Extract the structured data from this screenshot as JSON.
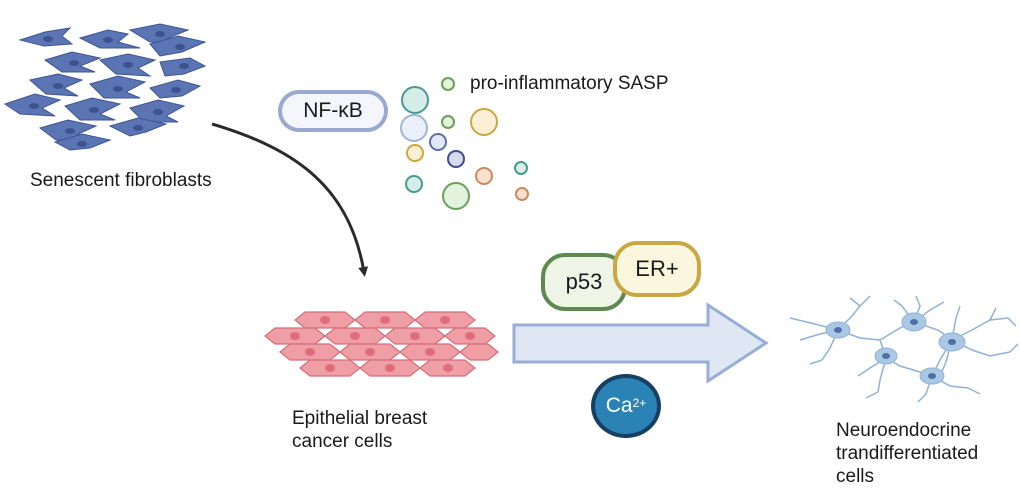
{
  "labels": {
    "senescent_fibroblasts": "Senescent fibroblasts",
    "sasp": "pro-inflammatory SASP",
    "epithelial_line1": "Epithelial breast",
    "epithelial_line2": "cancer cells",
    "neuro_line1": "Neuroendocrine",
    "neuro_line2": "trandifferentiated",
    "neuro_line3": "cells"
  },
  "badges": {
    "nfkb": "NF-κB",
    "p53": "p53",
    "er": "ER+",
    "ca_base": "Ca",
    "ca_sup": "2+"
  },
  "colors": {
    "fibroblast": "#5b74b3",
    "epithelial": "#ef9ea6",
    "neuron": "#aac8e3",
    "arrow": "#dfe7f5",
    "arrow_border": "#98aed6"
  }
}
